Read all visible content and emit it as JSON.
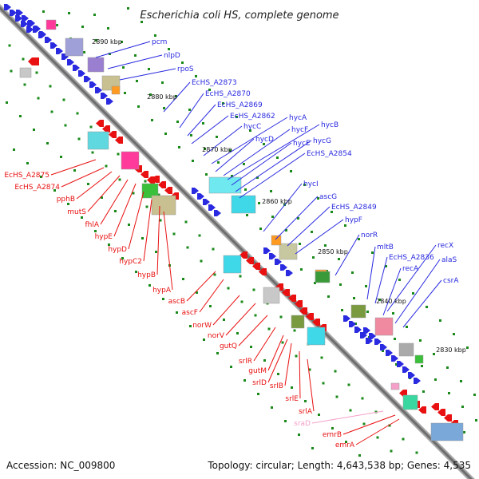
{
  "title": "Escherichia coli HS, complete genome",
  "footer": {
    "accession": "Accession: NC_009800",
    "topology": "Topology: circular; Length: 4,643,538 bp; Genes: 4,535"
  },
  "scale_labels": [
    "2890 kbp",
    "2880 kbp",
    "2870 kbp",
    "2860 kbp",
    "2850 kbp",
    "2840 kbp",
    "2830 kbp"
  ],
  "colors": {
    "plus_strand": "#2a2ae0",
    "minus_strand": "#e81010",
    "rna": "#f4a0c8",
    "backbone": "#888888",
    "tick": "#1a8a1a"
  },
  "upper_genes": [
    "pcm",
    "nlpD",
    "rpoS",
    "EcHS_A2873",
    "EcHS_A2870",
    "EcHS_A2869",
    "EcHS_A2862",
    "hycC",
    "hycA",
    "hycD",
    "hycF",
    "hycB",
    "hycE",
    "hycG",
    "EcHS_A2854",
    "hycI",
    "ascG",
    "EcHS_A2849",
    "hypF",
    "norR",
    "mltB",
    "EcHS_A2836",
    "recX",
    "recA",
    "alaS",
    "csrA"
  ],
  "lower_genes": [
    "EcHS_A2875",
    "EcHS_A2874",
    "pphB",
    "mutS",
    "fhlA",
    "hypE",
    "hypD",
    "hypC2",
    "hypB",
    "hypA",
    "ascB",
    "ascF",
    "norW",
    "norV",
    "gutQ",
    "srlR",
    "gutM",
    "srlD",
    "srlB",
    "srlE",
    "srlA",
    "sraD",
    "emrB",
    "emrA"
  ]
}
